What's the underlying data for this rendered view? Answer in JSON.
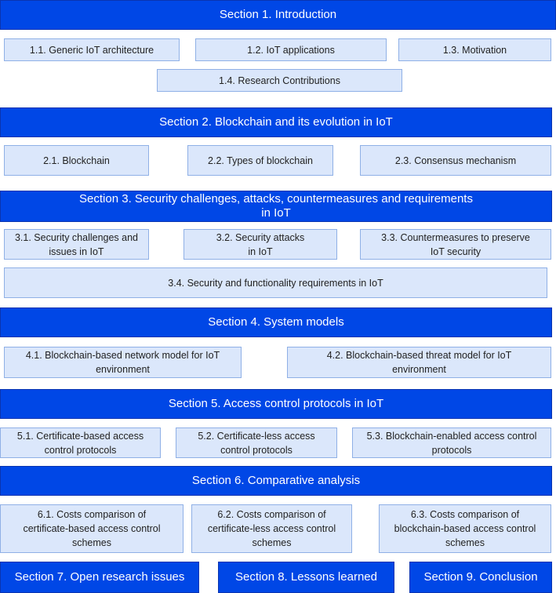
{
  "colors": {
    "section_header": "#0047e6",
    "subsection_box": "#dbe7fb",
    "subsection_border": "#8fb0e6"
  },
  "sections": [
    {
      "title": "Section 1. Introduction",
      "subsections": [
        "1.1. Generic IoT architecture",
        "1.2. IoT applications",
        "1.3. Motivation",
        "1.4. Research Contributions"
      ]
    },
    {
      "title": "Section 2. Blockchain and its evolution in IoT",
      "subsections": [
        "2.1. Blockchain",
        "2.2. Types of blockchain",
        "2.3. Consensus mechanism"
      ]
    },
    {
      "title_lines": [
        "Section 3. Security challenges, attacks, countermeasures and requirements",
        "in IoT"
      ],
      "subsections": [
        [
          "3.1. Security challenges and",
          "issues in IoT"
        ],
        [
          "3.2. Security attacks",
          "in IoT"
        ],
        [
          "3.3. Countermeasures to preserve",
          "IoT security"
        ],
        "3.4. Security and functionality requirements in IoT"
      ]
    },
    {
      "title": "Section 4. System models",
      "subsections": [
        [
          "4.1. Blockchain-based network model for IoT",
          "environment"
        ],
        [
          "4.2. Blockchain-based threat model for IoT",
          "environment"
        ]
      ]
    },
    {
      "title": "Section 5. Access control protocols in IoT",
      "subsections": [
        [
          "5.1. Certificate-based access",
          "control protocols"
        ],
        [
          "5.2. Certificate-less access",
          "control protocols"
        ],
        [
          "5.3. Blockchain-enabled access control",
          "protocols"
        ]
      ]
    },
    {
      "title": "Section 6. Comparative analysis",
      "subsections": [
        [
          "6.1. Costs comparison of",
          "certificate-based access control",
          "schemes"
        ],
        [
          "6.2. Costs comparison of",
          "certificate-less access control",
          "schemes"
        ],
        [
          "6.3. Costs comparison of",
          "blockchain-based access control",
          "schemes"
        ]
      ]
    },
    {
      "title": "Section 7. Open research issues"
    },
    {
      "title": "Section 8. Lessons learned"
    },
    {
      "title": "Section 9. Conclusion"
    }
  ]
}
